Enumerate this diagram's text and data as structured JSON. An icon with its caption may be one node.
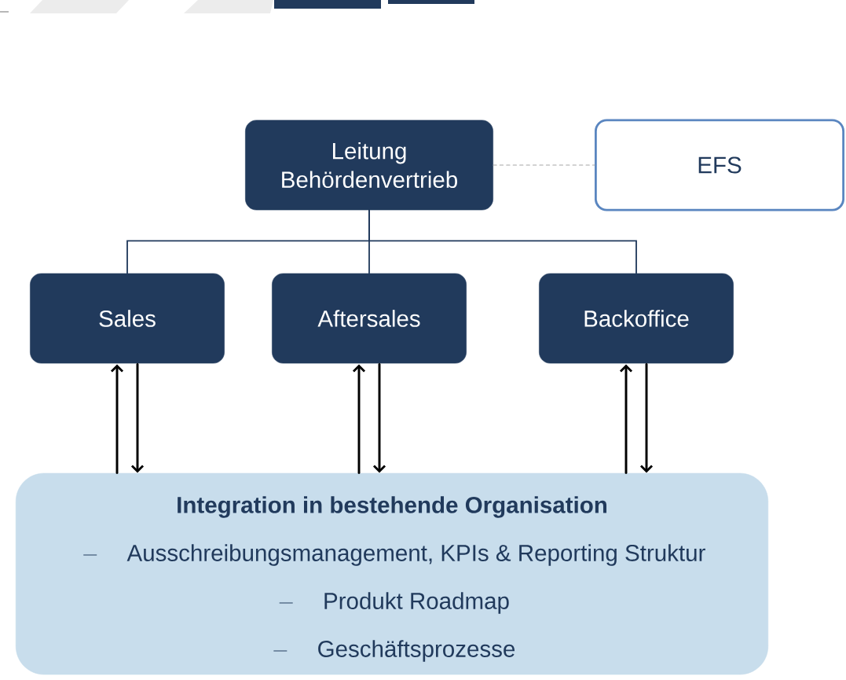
{
  "diagram": {
    "nodes": [
      {
        "text": [
          "Leitung Behördenvertrieb"
        ]
      },
      {
        "text": [
          "EFS"
        ]
      },
      {
        "text": [
          "Sales"
        ]
      },
      {
        "text": [
          "Aftersales"
        ]
      },
      {
        "text": [
          "Backoffice"
        ]
      },
      {
        "text": [
          "Integration in bestehende Organisation",
          "Ausschreibungsmanagement, KPIs & Reporting Struktur",
          "Produkt Roadmap",
          "Geschäftsprozesse"
        ]
      }
    ],
    "edges": [
      {
        "from": 0,
        "to": 1,
        "arrow": "none",
        "style": "dashed",
        "color": "#a6a6a6"
      },
      {
        "from": 0,
        "to": 2,
        "arrow": "none",
        "color": "#213a5c"
      },
      {
        "from": 0,
        "to": 3,
        "arrow": "none",
        "color": "#213a5c"
      },
      {
        "from": 0,
        "to": 4,
        "arrow": "none",
        "color": "#213a5c"
      },
      {
        "from": 5,
        "to": 2,
        "arrow": "to"
      },
      {
        "from": 2,
        "to": 5,
        "arrow": "to"
      },
      {
        "from": 5,
        "to": 3,
        "arrow": "to"
      },
      {
        "from": 3,
        "to": 5,
        "arrow": "to"
      },
      {
        "from": 5,
        "to": 4,
        "arrow": "to"
      },
      {
        "from": 4,
        "to": 5,
        "arrow": "to"
      }
    ]
  }
}
